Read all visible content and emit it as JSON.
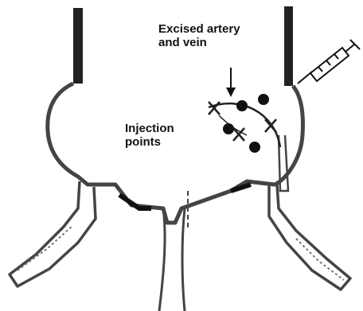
{
  "labels": {
    "excised_line1": "Excised artery",
    "excised_line2": "and vein",
    "injection_line1": "Injection",
    "injection_line2": "points"
  },
  "colors": {
    "ink": "#111111",
    "outline": "#444444",
    "background": "#ffffff"
  },
  "icons": [
    "syringe-icon",
    "arrow-down-icon",
    "suture-x-icon",
    "injection-dot-icon"
  ]
}
